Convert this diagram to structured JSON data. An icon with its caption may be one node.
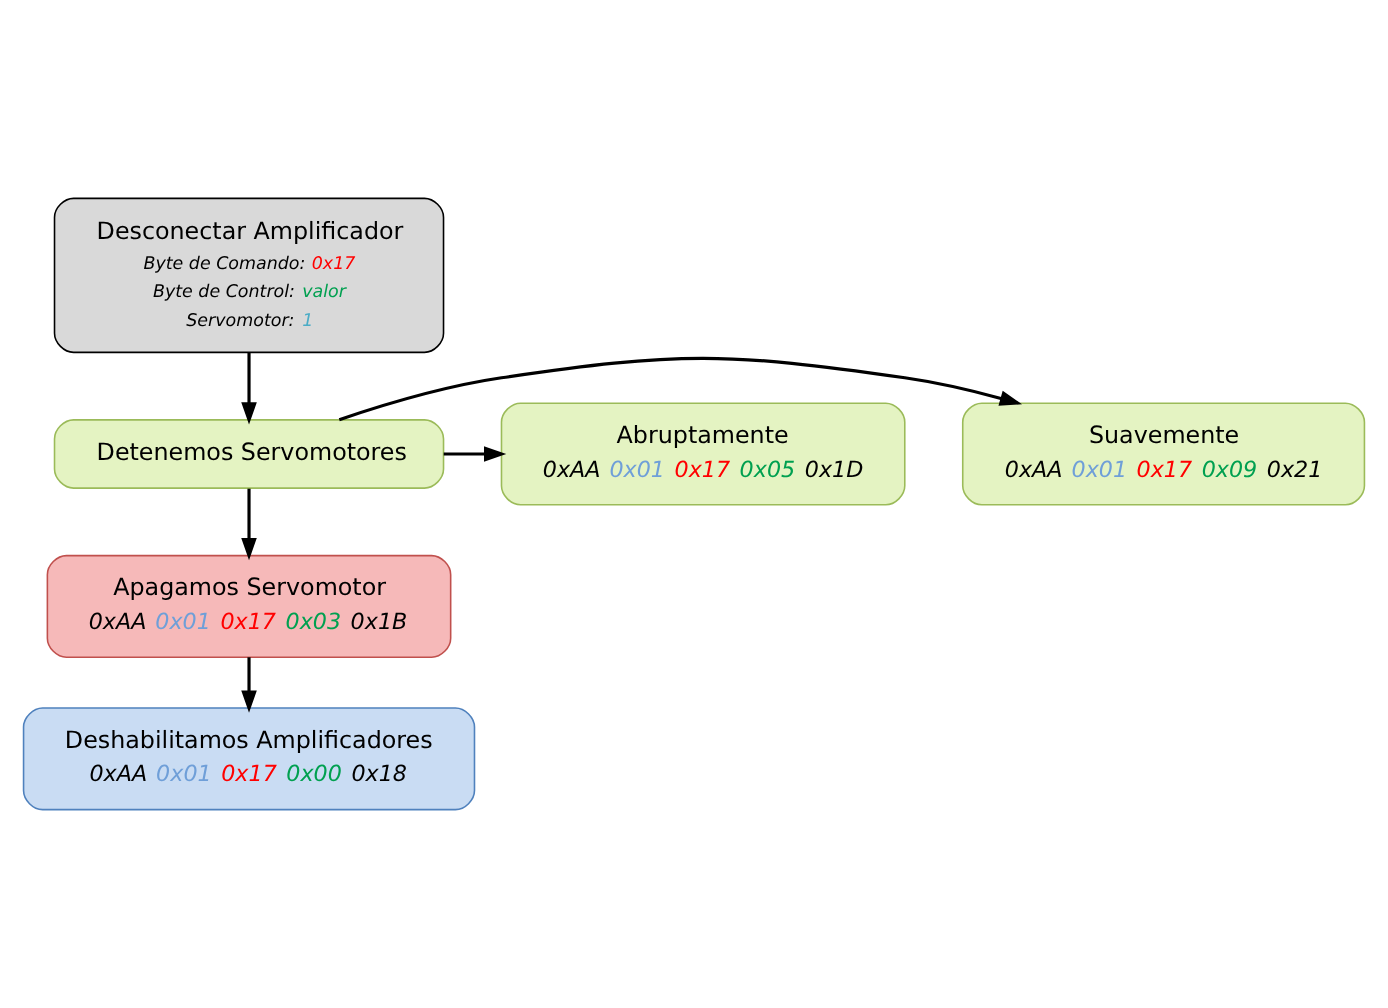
{
  "diagram": {
    "nodes": [
      {
        "text": [
          "Desconectar Amplificador",
          "Byte de Comando: 0x17",
          "Byte de Control: valor",
          "Servomotor: 1"
        ]
      },
      {
        "text": [
          "Detenemos Servomotores"
        ]
      },
      {
        "text": [
          "Suavemente",
          "0xAA 0x01 0x17 0x09 0x21"
        ]
      },
      {
        "text": [
          "Abruptamente",
          "0xAA 0x01 0x17 0x05 0x1D"
        ]
      },
      {
        "text": [
          "Apagamos Servomotor",
          "0xAA 0x01 0x17 0x03 0x1B"
        ]
      },
      {
        "text": [
          "Deshabilitamos Amplificadores",
          "0xAA 0x01 0x17 0x00 0x18"
        ]
      }
    ],
    "edges": [
      {
        "from": 0,
        "to": 1,
        "arrow": "to"
      },
      {
        "from": 1,
        "to": 2,
        "arrow": "to"
      },
      {
        "from": 1,
        "to": 3,
        "arrow": "to"
      },
      {
        "from": 1,
        "to": 4,
        "arrow": "to"
      },
      {
        "from": 4,
        "to": 5,
        "arrow": "to"
      }
    ]
  }
}
